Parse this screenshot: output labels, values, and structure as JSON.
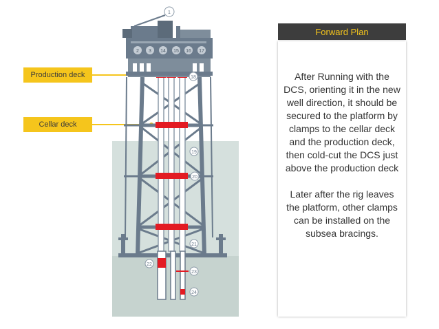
{
  "labels": {
    "production_deck": "Production deck",
    "cellar_deck": "Cellar deck"
  },
  "markers": [
    "1",
    "2",
    "3",
    "14",
    "15",
    "16",
    "17",
    "18",
    "19",
    "20",
    "21",
    "22",
    "23",
    "24"
  ],
  "panel": {
    "title": "Forward Plan",
    "paragraph_1": "After Running with the DCS, orienting it in the new well direction, it should be secured to the platform by clamps to the cellar deck and the production deck, then cold-cut the DCS just above the production deck",
    "paragraph_2": "Later after the rig leaves the platform, other clamps can be installed on the subsea bracings."
  },
  "colors": {
    "callout": "#f5c51c",
    "structure": "#6b7b8c",
    "sea": "#d5e0dd",
    "clamp": "#e31b23",
    "panel_header": "#3d3d3d",
    "panel_title": "#f5c51c"
  }
}
